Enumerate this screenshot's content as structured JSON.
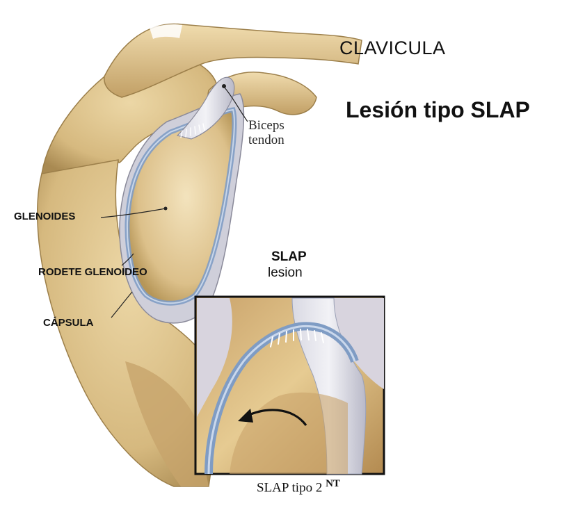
{
  "labels": {
    "clavicula": "CLAVICULA",
    "title": "Lesión tipo SLAP",
    "biceps_line1": "Biceps",
    "biceps_line2": "tendon",
    "glenoides": "GLENOIDES",
    "rodete": "RODETE GLENOIDEO",
    "capsula": "CÁPSULA",
    "slap_line1": "SLAP",
    "slap_line2": "lesion"
  },
  "caption": {
    "text": "SLAP tipo 2",
    "superscript": "NT"
  },
  "colors": {
    "bone": "#dcc08a",
    "bone_shadow": "#b89a5e",
    "cartilage": "#e6cf9f",
    "labrum": "#8fa9c9",
    "capsule": "#c9c9d6",
    "inset_border": "#111111"
  }
}
